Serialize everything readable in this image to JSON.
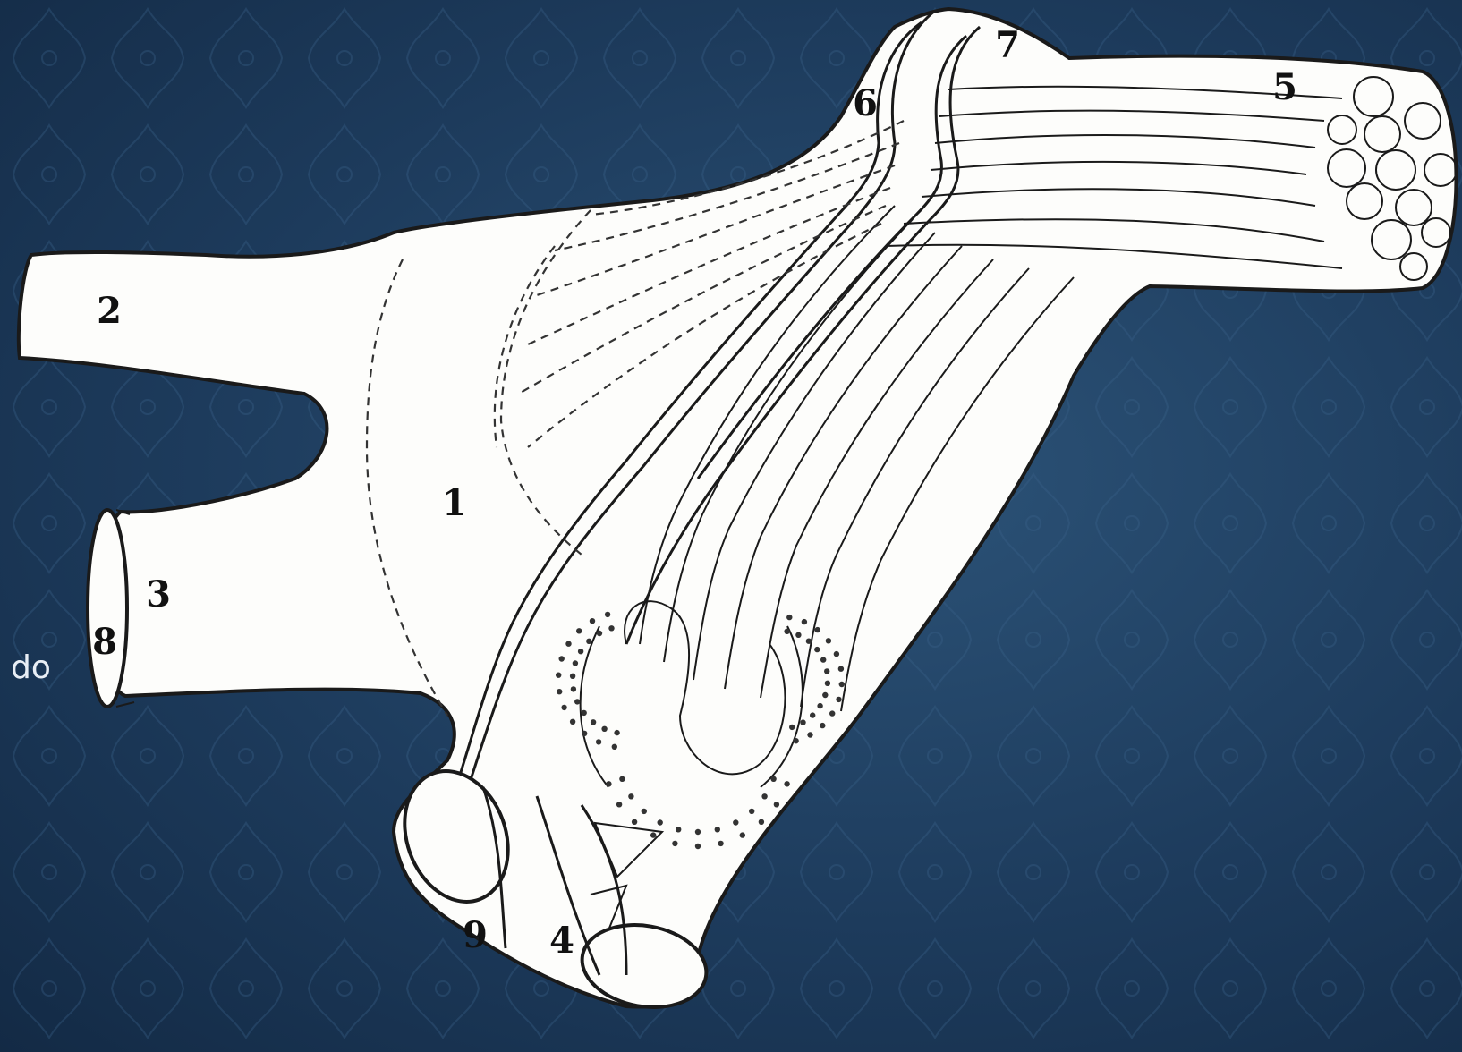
{
  "labels": {
    "l1": "1",
    "l2": "2",
    "l3": "3",
    "l4": "4",
    "l5": "5",
    "l6": "6",
    "l7": "7",
    "l8": "8",
    "l9": "9"
  },
  "side_text": "do",
  "colors": {
    "background": "#1d3b5c",
    "figure_fill": "#fdfdfb",
    "ink": "#1a1a1a"
  }
}
